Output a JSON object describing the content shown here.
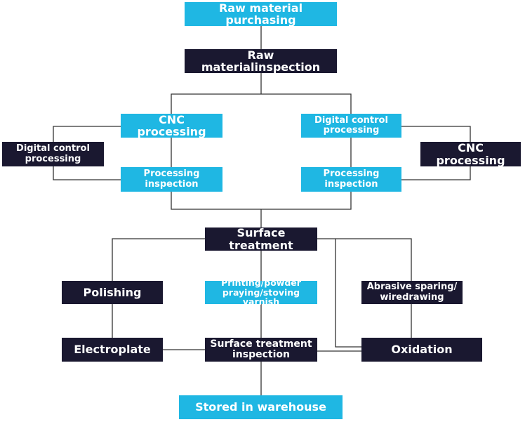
{
  "colors": {
    "primary_box": "#1fb7e3",
    "secondary_box": "#1a1830",
    "connector": "#333333",
    "text": "#ffffff"
  },
  "nodes": {
    "raw_material_purchasing": "Raw material purchasing",
    "raw_material_inspection": "Raw materialinspection",
    "cnc_processing_left": "CNC processing",
    "digital_control_processing_left": "Digital control processing",
    "processing_inspection_left": "Processing inspection",
    "digital_control_processing_right": "Digital control processing",
    "cnc_processing_right": "CNC processing",
    "processing_inspection_right": "Processing inspection",
    "surface_treatment": "Surface treatment",
    "polishing": "Polishing",
    "printing_powder": "Printing/powder praying/stoving varnish",
    "abrasive_sparing": "Abrasive sparing/ wiredrawing",
    "electroplate": "Electroplate",
    "surface_treatment_inspection": "Surface treatment inspection",
    "oxidation": "Oxidation",
    "stored_in_warehouse": "Stored in warehouse"
  }
}
